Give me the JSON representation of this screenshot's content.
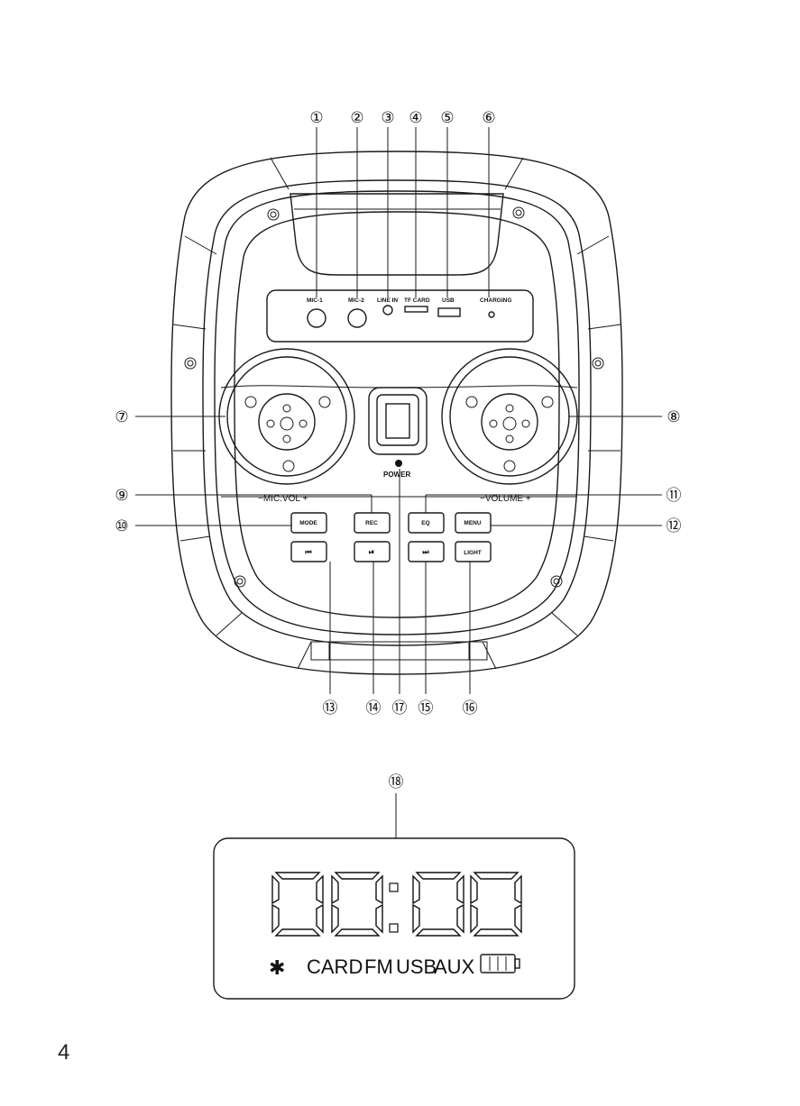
{
  "ports": {
    "mic1": "MIC-1",
    "mic2": "MIC-2",
    "line_in": "LINE IN",
    "tf_card": "TF CARD",
    "usb": "USB",
    "charging": "CHARGING"
  },
  "labels": {
    "mic_vol": "−MIC.VOL +",
    "volume": "−VOLUME +",
    "power": "POWER"
  },
  "buttons": {
    "mode": "MODE",
    "rec": "REC",
    "eq": "EQ",
    "menu": "MENU",
    "prev": "⏮",
    "play_pause": "⏯",
    "next": "⏭",
    "light": "LIGHT"
  },
  "callouts": [
    "①",
    "②",
    "③",
    "④",
    "⑤",
    "⑥",
    "⑦",
    "⑧",
    "⑨",
    "⑩",
    "⑪",
    "⑫",
    "⑬",
    "⑭",
    "⑮",
    "⑯",
    "⑰",
    "⑱"
  ],
  "display": {
    "digits": "00:00",
    "card": "CARD",
    "fm": "FM",
    "usb": "USB",
    "aux": "AUX"
  },
  "page_number": "4"
}
